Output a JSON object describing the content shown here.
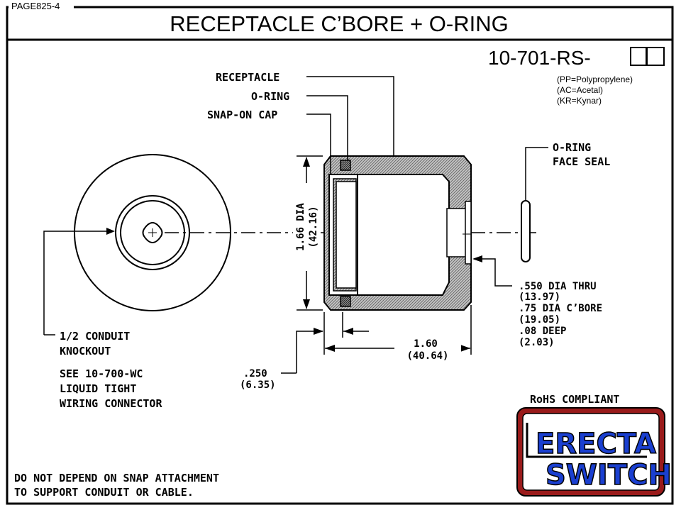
{
  "page_id": "PAGE825-4",
  "title": "RECEPTACLE C’BORE + O-RING",
  "part_number": "10-701-RS-",
  "materials": [
    "(PP=Polypropylene)",
    "(AC=Acetal)",
    "(KR=Kynar)"
  ],
  "callouts": {
    "receptacle": "RECEPTACLE",
    "o_ring": "O-RING",
    "snap_on_cap": "SNAP-ON CAP",
    "face_seal_1": "O-RING",
    "face_seal_2": "FACE SEAL"
  },
  "dimensions": {
    "dia_in": "1.66 DIA",
    "dia_mm": "(42.16)",
    "length_in": "1.60",
    "length_mm": "(40.64)",
    "offset_in": ".250",
    "offset_mm": "(6.35)",
    "thru_lines": [
      ".550 DIA THRU",
      "(13.97)",
      ".75 DIA C’BORE",
      "(19.05)",
      ".08 DEEP",
      "(2.03)"
    ]
  },
  "knockout": [
    "1/2 CONDUIT",
    "KNOCKOUT"
  ],
  "see_note": [
    "SEE 10-700-WC",
    "LIQUID TIGHT",
    "WIRING CONNECTOR"
  ],
  "warning": [
    "DO NOT DEPEND ON SNAP ATTACHMENT",
    "TO SUPPORT CONDUIT OR CABLE."
  ],
  "rohs": "RoHS COMPLIANT",
  "logo": {
    "line1": "ERECTA",
    "line2": "SWITCH"
  },
  "colors": {
    "logo_frame": "#9a1b1b",
    "logo_blue": "#1a3fd0",
    "hatch": "#9a9a9a"
  }
}
